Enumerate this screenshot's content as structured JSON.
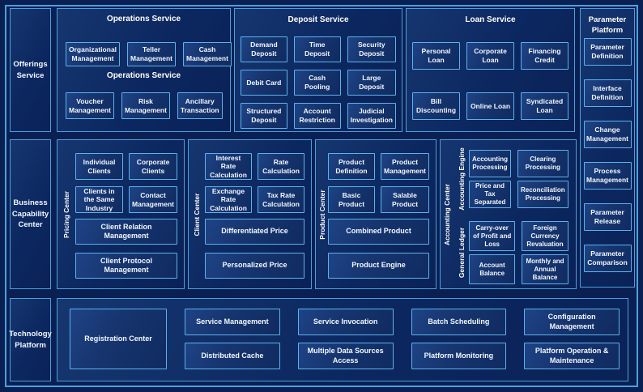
{
  "colors": {
    "background": "#0a2053",
    "frame_border": "#4c9fdd",
    "panel_border": "#4c9fdd",
    "box_border": "#5db2ec",
    "box_fill_top": "#1e4385",
    "box_fill_bottom": "#102b61",
    "text": "#f2f8ff"
  },
  "offerings": {
    "label": "Offerings Service",
    "operations": {
      "title": "Operations Service",
      "subtitle": "Operations Service",
      "row1": [
        "Organizational Management",
        "Teller Management",
        "Cash Management"
      ],
      "row2": [
        "Voucher Management",
        "Risk Management",
        "Ancillary Transaction"
      ]
    },
    "deposit": {
      "title": "Deposit Service",
      "items": [
        "Demand Deposit",
        "Time Deposit",
        "Security Deposit",
        "Debit Card",
        "Cash Pooling",
        "Large Deposit",
        "Structured Deposit",
        "Account Restriction",
        "Judicial Investigation"
      ]
    },
    "loan": {
      "title": "Loan Service",
      "items": [
        "Personal Loan",
        "Corporate Loan",
        "Financing Credit",
        "Bill Discounting",
        "Online Loan",
        "Syndicated Loan"
      ]
    }
  },
  "parameter_platform": {
    "title": "Parameter Platform",
    "items": [
      "Parameter Definition",
      "Interface Definition",
      "Change Management",
      "Process Management",
      "Parameter Release",
      "Parameter Comparison"
    ]
  },
  "business_capability": {
    "label": "Business Capability Center",
    "pricing_center": {
      "label": "Pricing Center",
      "small_boxes": [
        "Individual Clients",
        "Corporate Clients",
        "Clients in the Same Industry",
        "Contact Management"
      ],
      "wide_boxes": [
        "Client Relation Management",
        "Client Protocol Management"
      ]
    },
    "client_center": {
      "label": "Client Center",
      "small_boxes": [
        "Interest Rate Calculation",
        "Rate Calculation",
        "Exchange Rate Calculation",
        "Tax Rate Calculation"
      ],
      "wide_boxes": [
        "Differentiated Price",
        "Personalized Price"
      ]
    },
    "product_center": {
      "label": "Product Center",
      "small_boxes": [
        "Product Definition",
        "Product Management",
        "Basic Product",
        "Salable Product"
      ],
      "wide_boxes": [
        "Combined Product",
        "Product Engine"
      ]
    },
    "accounting_center": {
      "label": "Accounting Center",
      "accounting_engine": {
        "label": "Accounting Engine",
        "items": [
          "Accounting Processing",
          "Clearing Processing",
          "Price and Tax Separated",
          "Reconciliation Processing"
        ]
      },
      "general_ledger": {
        "label": "General Ledger",
        "items": [
          "Carry-over of Profit and Loss",
          "Foreign Currency Revaluation",
          "Account Balance",
          "Monthly and Annual Balance"
        ]
      }
    }
  },
  "technology_platform": {
    "label": "Technology Platform",
    "registration_center": "Registration Center",
    "row1": [
      "Service Management",
      "Service Invocation",
      "Batch Scheduling",
      "Configuration Management"
    ],
    "row2": [
      "Distributed Cache",
      "Multiple Data Sources Access",
      "Platform Monitoring",
      "Platform Operation & Maintenance"
    ]
  }
}
